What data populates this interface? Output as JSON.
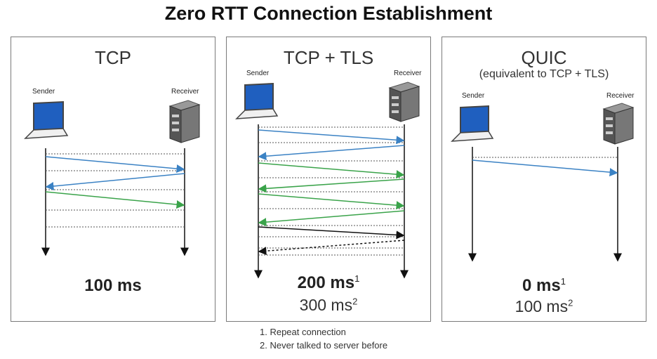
{
  "title": "Zero RTT Connection Establishment",
  "panels": [
    {
      "heading": "TCP",
      "sender": "Sender",
      "receiver": "Receiver",
      "time": "100 ms"
    },
    {
      "heading": "TCP + TLS",
      "sender": "Sender",
      "receiver": "Receiver",
      "time": "200 ms",
      "time_note": "1",
      "time2": "300 ms",
      "time2_note": "2"
    },
    {
      "heading": "QUIC",
      "subheading": "(equivalent to TCP + TLS)",
      "sender": "Sender",
      "receiver": "Receiver",
      "time": "0 ms",
      "time_note": "1",
      "time2": "100 ms",
      "time2_note": "2"
    }
  ],
  "footnotes": [
    "1. Repeat connection",
    "2. Never talked to server before"
  ],
  "colors": {
    "blue_arrow": "#3b82c4",
    "green_arrow": "#3aa34a",
    "black_arrow": "#111111",
    "dotted_line": "#555555",
    "laptop_screen": "#1f5fbf"
  },
  "icons": {
    "sender": "laptop-icon",
    "receiver": "server-icon"
  }
}
